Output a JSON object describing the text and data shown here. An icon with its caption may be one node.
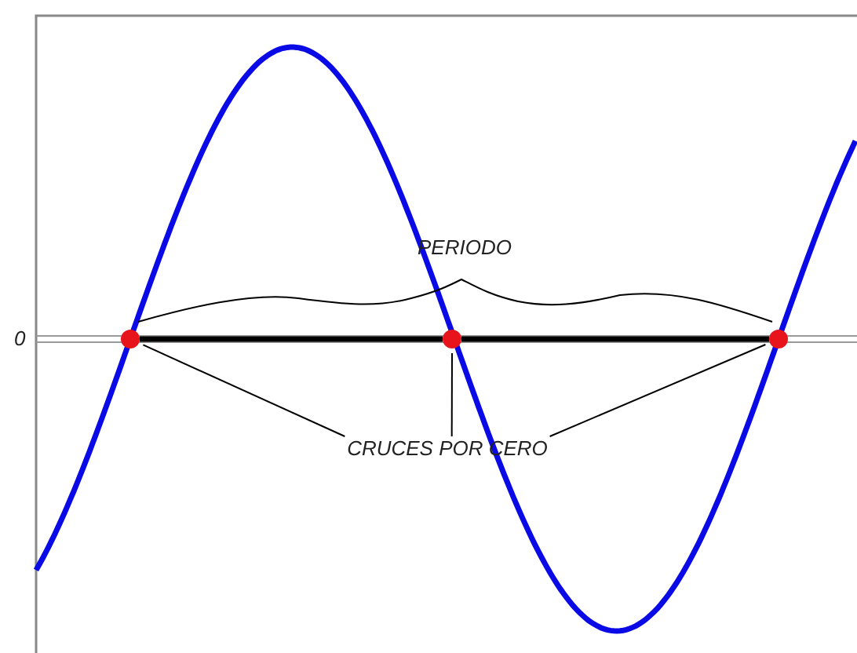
{
  "diagram": {
    "nodes": [
      {
        "text": [
          "CRUCES POR CERO"
        ]
      },
      {
        "text": [],
        "shape": "circle"
      },
      {
        "text": [],
        "shape": "circle"
      },
      {
        "text": [],
        "shape": "circle"
      }
    ],
    "edges": [
      {
        "from": 0,
        "to": 1,
        "arrow": "none"
      },
      {
        "from": 0,
        "to": 2,
        "arrow": "none"
      },
      {
        "from": 0,
        "to": 3,
        "arrow": "none"
      },
      {
        "from": 1,
        "to": 2,
        "arrow": "none",
        "style": "thick"
      },
      {
        "from": 2,
        "to": 3,
        "arrow": "none",
        "style": "thick"
      }
    ],
    "labels": [
      "PERIODO",
      "0"
    ]
  }
}
